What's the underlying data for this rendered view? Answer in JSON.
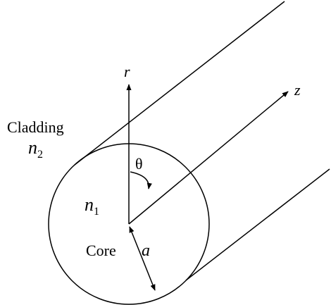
{
  "labels": {
    "cladding": "Cladding",
    "n2_base": "n",
    "n2_sub": "2",
    "n1_base": "n",
    "n1_sub": "1",
    "core": "Core",
    "radius": "a",
    "theta": "θ",
    "r_axis": "r",
    "z_axis": "z"
  }
}
